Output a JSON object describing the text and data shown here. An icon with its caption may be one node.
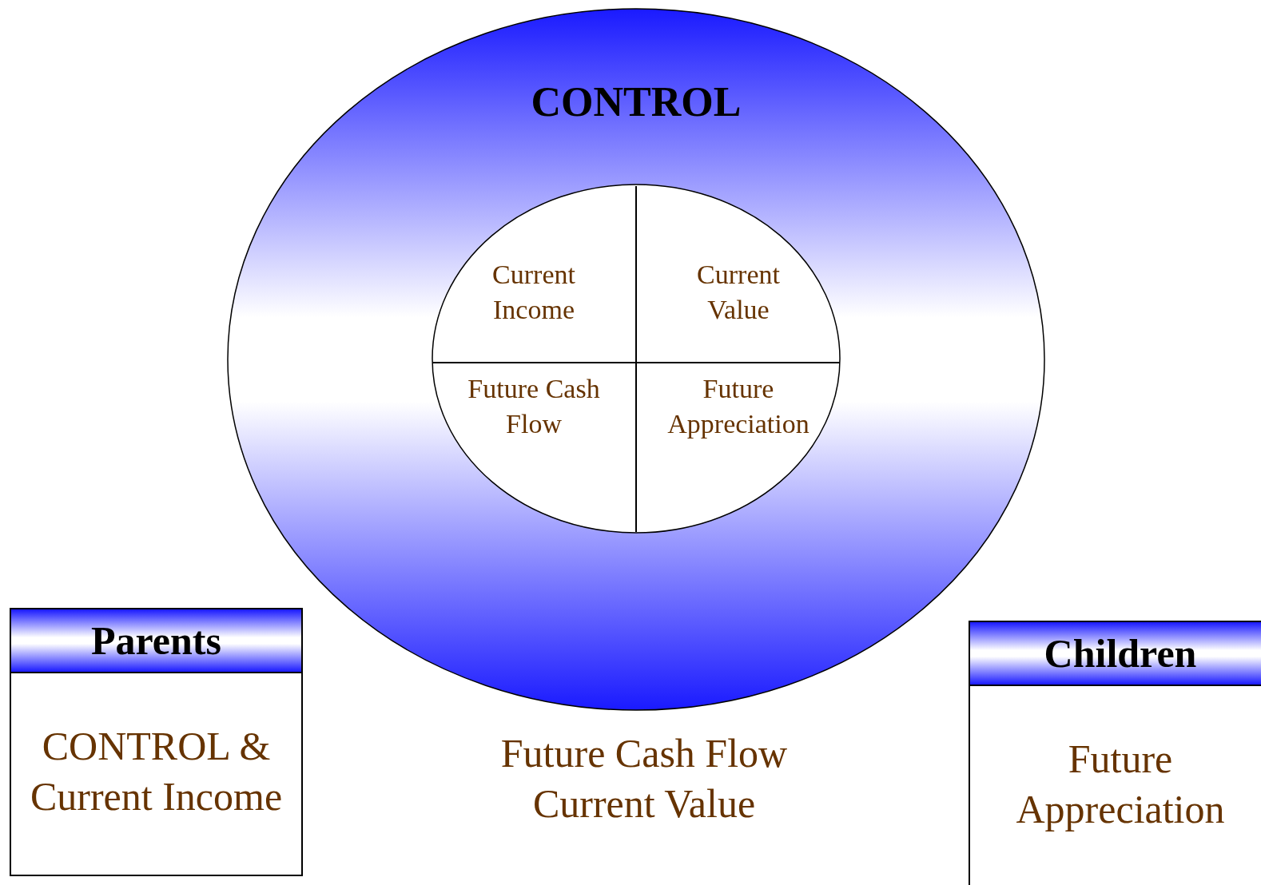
{
  "diagram": {
    "nodes": [
      {
        "text": [
          "CONTROL"
        ]
      },
      {
        "text": [],
        "shape": "circle",
        "in": 0
      },
      {
        "text": [
          "Current Income"
        ],
        "in": 1
      },
      {
        "text": [
          "Current Value"
        ],
        "in": 1
      },
      {
        "text": [
          "Future Cash Flow"
        ],
        "in": 1
      },
      {
        "text": [
          "Future Appreciation"
        ],
        "in": 1
      },
      {
        "text": [
          "Parents",
          "CONTROL & Current Income"
        ]
      },
      {
        "text": [
          "Children",
          "Future Appreciation"
        ]
      }
    ],
    "labels": [
      "Future Cash Flow Current Value"
    ]
  }
}
